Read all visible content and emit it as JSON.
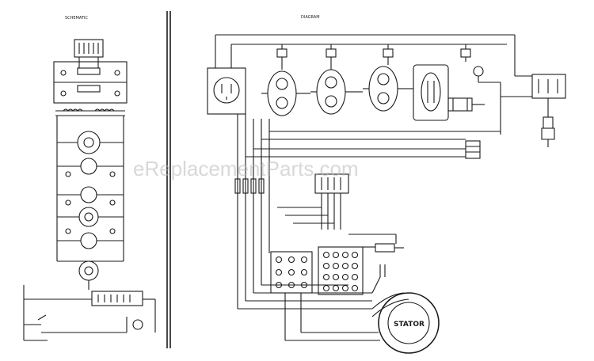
{
  "left_panel": {
    "title": "SCHEMATIC"
  },
  "right_panel": {
    "title": "DIAGRAM",
    "stator_label": "STATOR"
  },
  "watermark": "eReplacementParts.com",
  "colors": {
    "ink": "#1a1a1a",
    "paper": "#ffffff",
    "watermark": "#b9b9b9"
  }
}
